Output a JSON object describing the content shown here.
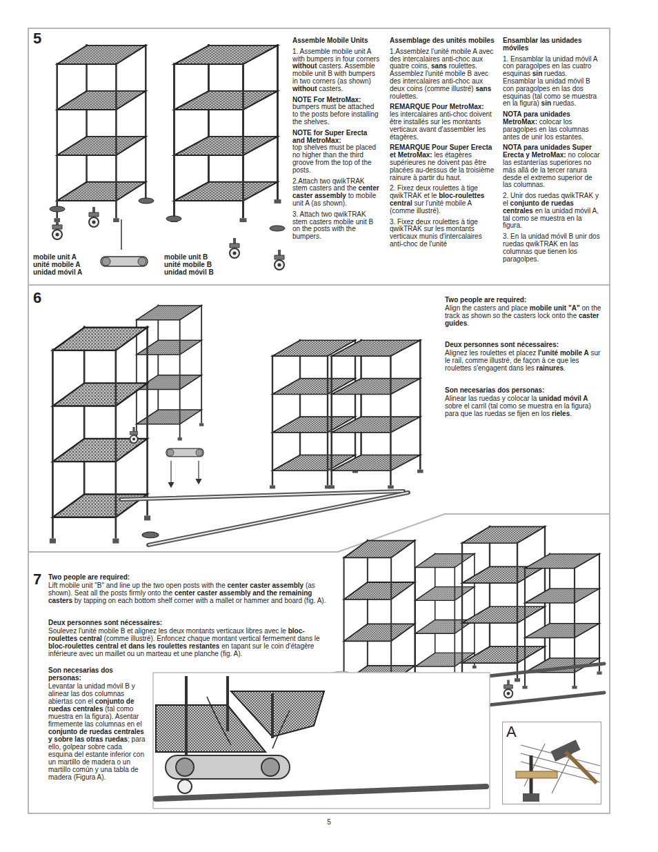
{
  "diagram": {
    "nodes": [
      {
        "text": [
          "5",
          "mobile unit A unité mobile A unidad móvil A",
          "mobile unit B unité mobile B unidad móvil B",
          "Assemble Mobile Units",
          "1. Assemble mobile unit A with bumpers in four corners",
          "without",
          "casters. Assemble mobile unit B with bumpers in two corners (as shown)",
          "without",
          "casters.",
          "NOTE For MetroMax:",
          "bumpers must be attached to the posts before installing the shelves.",
          "NOTE for Super Erecta and MetroMax:",
          "top shelves must be placed no higher than the third groove from the top of the posts.",
          "2.Attach two qwikTRAK stem casters and the",
          "center caster assembly",
          "to mobile unit A (as shown).",
          "3. Attach two qwikTRAK stem casters mobile unit B on the posts with the bumpers.",
          "Assemblage des unités mobiles",
          "1.Assemblez l'unité mobile A avec des intercalaires anti-choc aux quatre coins,",
          "sans",
          "roulettes. Assemblez l'unité mobile B avec des intercalaires anti-choc aux deux coins (comme illustré)",
          "sans",
          "roulettes.",
          "REMARQUE Pour MetroMax:",
          "les intercalaires anti-choc doivent être installés sur les montants verticaux avant d'assembler les étagères.",
          "REMARQUE Pour Super Erecta et MetroMax:",
          "les étagères supérieures ne doivent pas être placées au-dessus de la troisième rainure à partir du haut.",
          "2. Fixez deux roulettes à tige qwikTRAK et le",
          "bloc-roulettes central",
          "sur l'unité mobile A (comme illustré).",
          "3. Fixez deux roulettes à tige qwikTRAK sur les montants verticaux munis d'intercalaires anti-choc de l'unité",
          "Ensamblar las unidades móviles",
          "1. Ensamblar la unidad móvil A con paragolpes en las cuatro esquinas",
          "sin",
          "ruedas. Ensamblar la unidad móvil B con paragolpes en las dos esquinas (tal como se muestra en la figura)",
          "sin",
          "ruedas.",
          "NOTA para unidades MetroMax:",
          "colocar los paragolpes en las columnas antes de unir los estantes.",
          "NOTA para unidades Super Erecta y MetroMax:",
          "no colocar las estanterías superiores no más allá de la tercer ranura desde el extremo superior de las columnas.",
          "2. Unir dos ruedas qwikTRAK y el",
          "conjunto de ruedas centrales",
          "en la unidad móvil A, tal como se muestra en la figura.",
          "3. En la unidad móvil B unir dos ruedas qwikTRAK en las columnas que tienen los paragolpes."
        ]
      },
      {
        "text": [
          "6",
          "Two people are required:",
          "Align the casters and place",
          "mobile unit \"A\"",
          "on the track as shown so the casters lock onto the",
          "caster guides",
          ".",
          "Deux personnes sont nécessaires:",
          "Alignez les roulettes et placez",
          "l'unité mobile A",
          "sur le rail, comme illustré, de façon à ce que les roulettes s'engagent dans les",
          "rainures",
          ".",
          "Son necesarias dos personas:",
          "Alinear las ruedas y colocar la",
          "unidad móvil A",
          "sobre el carril (tal como se muestra en la figura) para que las ruedas se fijen en los",
          "rieles",
          "."
        ]
      },
      {
        "text": [
          "7",
          "Two people are required:",
          "Lift mobile unit \"B\" and line up the two open posts with the",
          "center caster assembly",
          "(as shown). Seat all the posts firmly onto the",
          "center caster assembly and the remaining casters",
          "by tapping on each bottom shelf corner with a mallet or hammer and board (fig. A).",
          "Deux personnes sont nécessaires:",
          "Soulevez l'unité mobile B et alignez les deux montants verticaux libres avec le",
          "bloc-roulettes central",
          "(comme illustré). Enfoncez chaque montant vertical fermement dans le",
          "bloc-roulettes central et dans les roulettes restantes",
          "en tapant sur le coin d'étagère inférieure avec un maillet ou un marteau et une planche (fig. A).",
          "Son necesarias dos personas:",
          "Levantar la unidad móvil B y alinear las dos columnas abiertas con el",
          "conjunto de ruedas centrales",
          "(tal como muestra en la figura). Asentar firmemente las columnas en el",
          "conjunto de ruedas centrales y sobre las otras ruedas",
          "; para ello, golpear sobre cada esquina del estante inferior con un martillo de madera o un martillo común y una tabla de madera (Figura A)."
        ]
      },
      {
        "text": [
          "A"
        ],
        "in": 2
      }
    ],
    "labels": [
      "5"
    ]
  }
}
